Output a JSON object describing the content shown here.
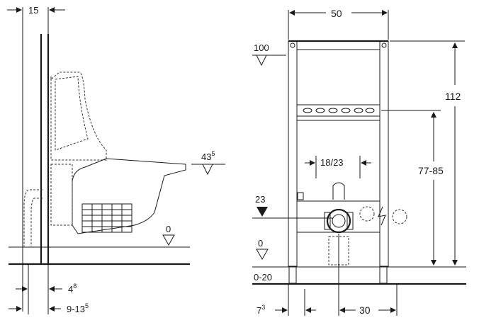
{
  "side_view": {
    "dim_top": "15",
    "dim_seat_height_main": "43",
    "dim_seat_height_sup": "5",
    "dim_floor": "0",
    "dim_wall_offset_main": "4",
    "dim_wall_offset_sup": "8",
    "dim_depth_main": "9-13",
    "dim_depth_sup": "5"
  },
  "front_view": {
    "dim_width": "50",
    "dim_frame_top": "100",
    "dim_height_total": "112",
    "dim_spacing": "18/23",
    "dim_flush_height": "77-85",
    "dim_connection": "23",
    "dim_floor": "0",
    "dim_floor_range": "0-20",
    "dim_foot_main": "7",
    "dim_foot_sup": "3",
    "dim_drain_offset": "30"
  },
  "colors": {
    "line": "#1a1a1a",
    "dashed": "#333333"
  }
}
